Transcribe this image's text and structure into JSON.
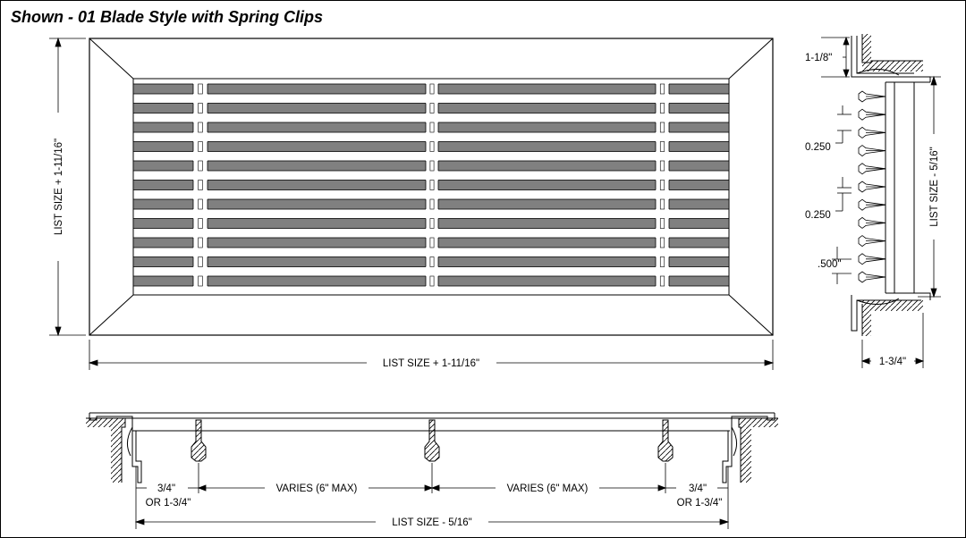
{
  "title": "Shown - 01 Blade Style with Spring Clips",
  "front_view": {
    "height_label": "LIST SIZE + 1-11/16\"",
    "width_label": "LIST SIZE + 1-11/16\""
  },
  "section_view": {
    "flange_label": "1-1/8\"",
    "spacing_label_1": "0.250",
    "spacing_label_2": "0.250",
    "spacing_label_3": ".500\"",
    "height_label": "LIST SIZE - 5/16\"",
    "depth_label": "1-3/4\""
  },
  "plan_view": {
    "left_clip_label_1": "3/4\"",
    "left_clip_label_2": "OR 1-3/4\"",
    "varies_left": "VARIES (6\" MAX)",
    "varies_right": "VARIES (6\" MAX)",
    "right_clip_label_1": "3/4\"",
    "right_clip_label_2": "OR 1-3/4\"",
    "overall_label": "LIST SIZE - 5/16\""
  }
}
